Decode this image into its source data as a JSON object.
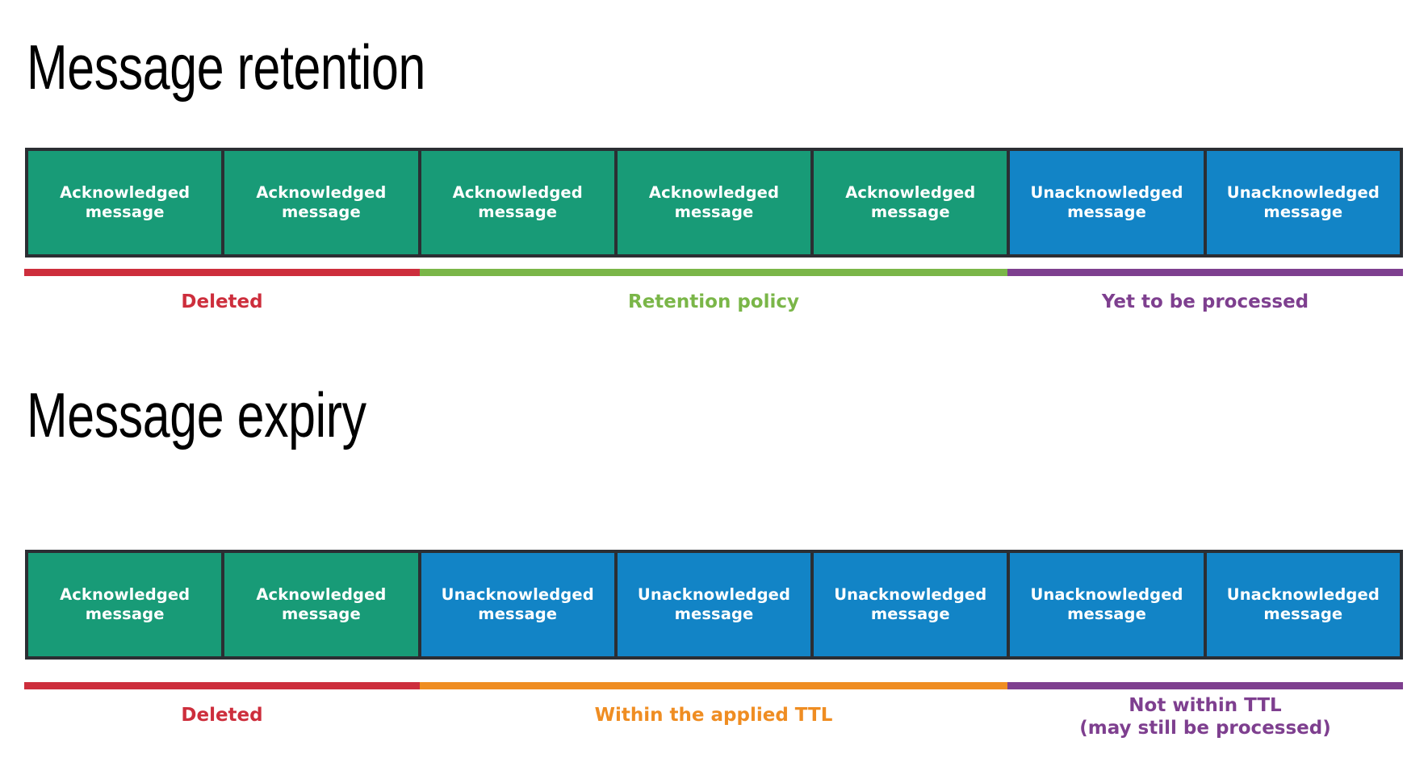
{
  "colors": {
    "acknowledged_box": "#189b77",
    "unacknowledged_box": "#1284c6",
    "box_border": "#2b2e33",
    "deleted": "#cd2e3c",
    "retention_policy": "#7ab648",
    "yet_to_be_processed": "#7e3f8f",
    "within_ttl": "#ef8d22",
    "not_within_ttl": "#7e3f8f",
    "title_text": "#000000",
    "box_text": "#ffffff",
    "background": "#ffffff"
  },
  "sections": [
    {
      "id": "retention",
      "title": "Message retention",
      "boxes": [
        {
          "label": "Acknowledged\nmessage",
          "state": "ack"
        },
        {
          "label": "Acknowledged\nmessage",
          "state": "ack"
        },
        {
          "label": "Acknowledged\nmessage",
          "state": "ack"
        },
        {
          "label": "Acknowledged\nmessage",
          "state": "ack"
        },
        {
          "label": "Acknowledged\nmessage",
          "state": "ack"
        },
        {
          "label": "Unacknowledged\nmessage",
          "state": "unack"
        },
        {
          "label": "Unacknowledged\nmessage",
          "state": "unack"
        }
      ],
      "legend": [
        {
          "label": "Deleted",
          "color": "#cd2e3c",
          "span_pct": 28.7
        },
        {
          "label": "Retention policy",
          "color": "#7ab648",
          "span_pct": 42.6
        },
        {
          "label": "Yet to be processed",
          "color": "#7e3f8f",
          "span_pct": 28.7
        }
      ]
    },
    {
      "id": "expiry",
      "title": "Message expiry",
      "boxes": [
        {
          "label": "Acknowledged\nmessage",
          "state": "ack"
        },
        {
          "label": "Acknowledged\nmessage",
          "state": "ack"
        },
        {
          "label": "Unacknowledged\nmessage",
          "state": "unack"
        },
        {
          "label": "Unacknowledged\nmessage",
          "state": "unack"
        },
        {
          "label": "Unacknowledged\nmessage",
          "state": "unack"
        },
        {
          "label": "Unacknowledged\nmessage",
          "state": "unack"
        },
        {
          "label": "Unacknowledged\nmessage",
          "state": "unack"
        }
      ],
      "legend": [
        {
          "label": "Deleted",
          "color": "#cd2e3c",
          "span_pct": 28.7
        },
        {
          "label": "Within the applied TTL",
          "color": "#ef8d22",
          "span_pct": 42.6
        },
        {
          "label": "Not within TTL\n(may still be processed)",
          "color": "#7e3f8f",
          "span_pct": 28.7
        }
      ]
    }
  ]
}
